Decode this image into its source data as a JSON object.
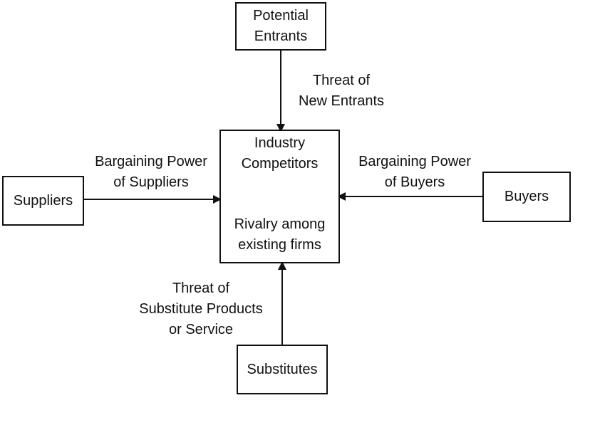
{
  "title": "Porter's Five Forces",
  "nodes": {
    "potential_entrants": {
      "line1": "Potential",
      "line2": "Entrants"
    },
    "industry": {
      "line1": "Industry",
      "line2": "Competitors",
      "line3": "Rivalry among",
      "line4": "existing firms"
    },
    "suppliers": {
      "label": "Suppliers"
    },
    "buyers": {
      "label": "Buyers"
    },
    "substitutes": {
      "label": "Substitutes"
    }
  },
  "forces": {
    "new_entrants": {
      "line1": "Threat of",
      "line2": "New Entrants"
    },
    "suppliers": {
      "line1": "Bargaining Power",
      "line2": "of Suppliers"
    },
    "buyers": {
      "line1": "Bargaining Power",
      "line2": "of Buyers"
    },
    "substitutes": {
      "line1": "Threat of",
      "line2": "Substitute Products",
      "line3": "or Service"
    }
  }
}
